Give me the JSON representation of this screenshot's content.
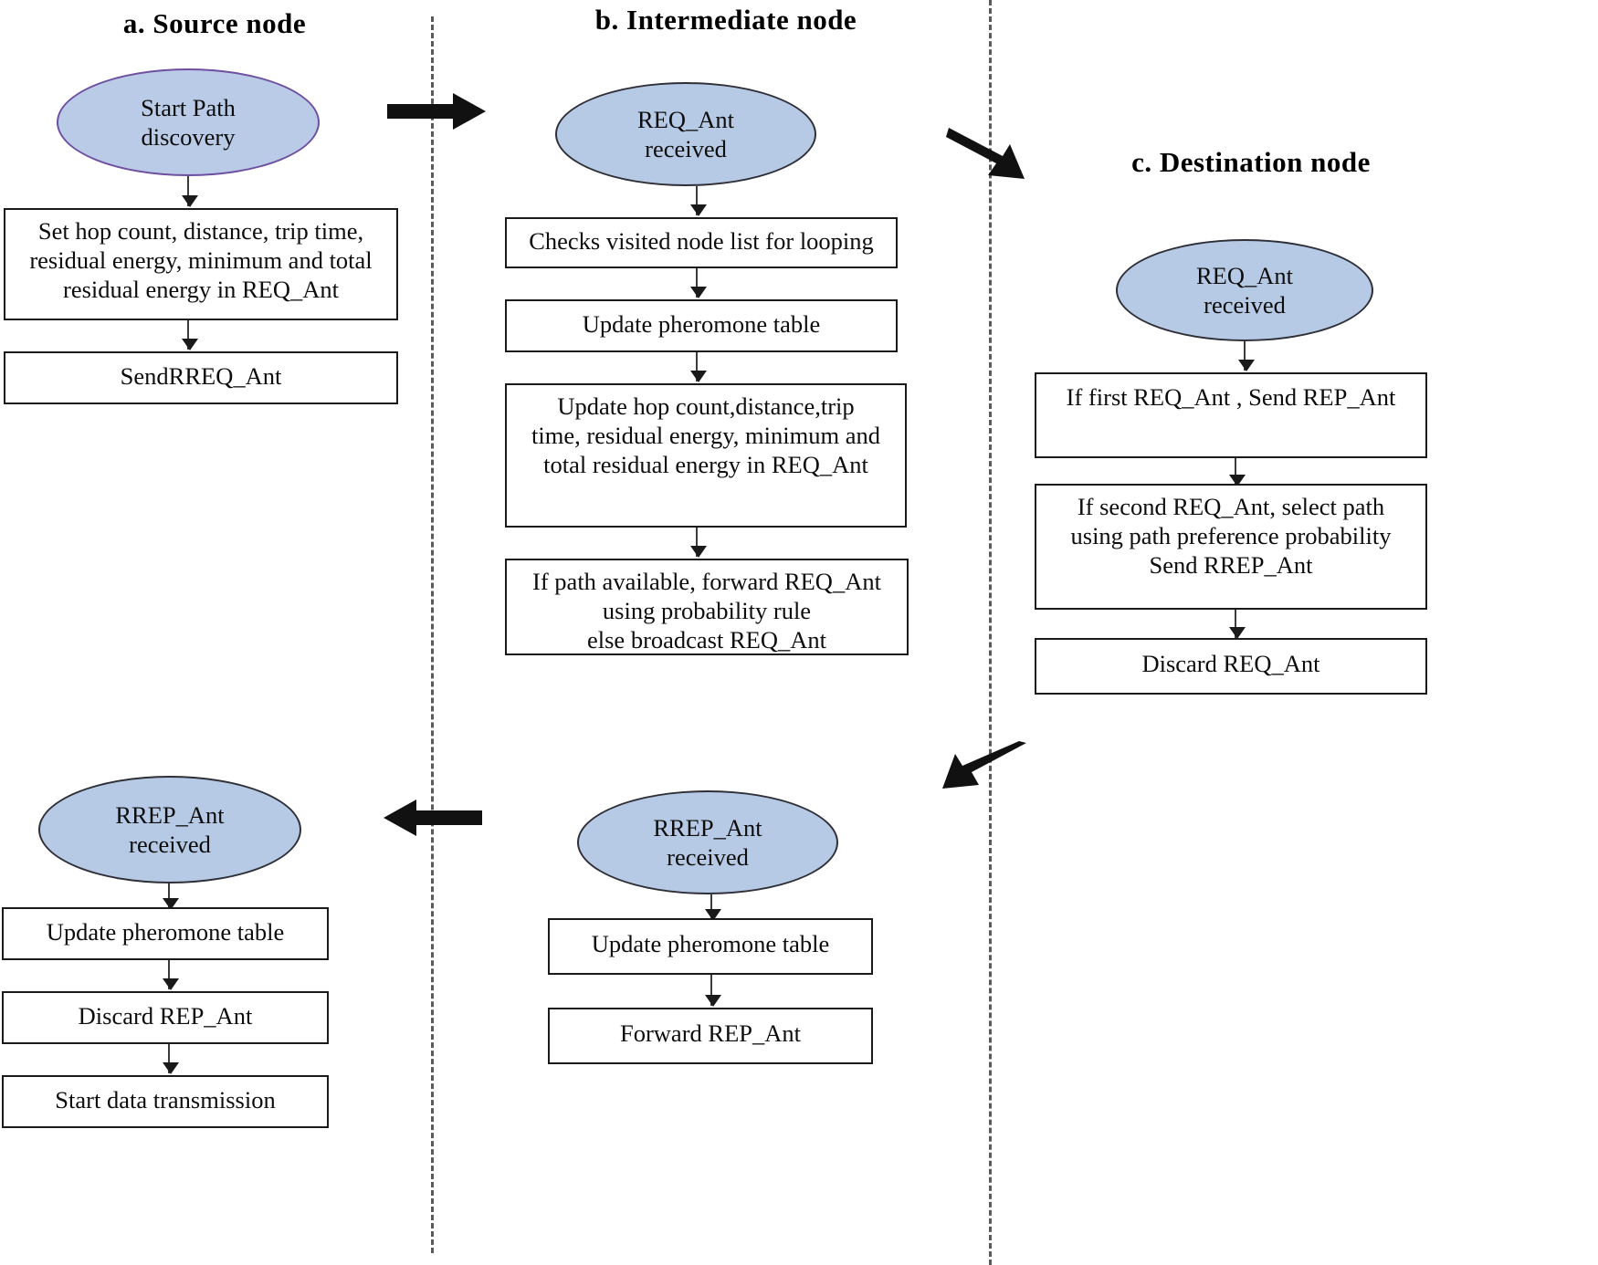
{
  "figure": {
    "type": "flowchart",
    "description": "Ant-colony based routing path discovery flowchart across source, intermediate and destination nodes"
  },
  "columns": [
    {
      "id": "source",
      "title": "a. Source node"
    },
    {
      "id": "intermediate",
      "title": "b. Intermediate node"
    },
    {
      "id": "destination",
      "title": "c. Destination node"
    }
  ],
  "source_node": {
    "start_ellipse": "Start Path\ndiscovery",
    "steps": [
      "Set hop count, distance, trip time,\nresidual energy, minimum and total\nresidual energy in REQ_Ant",
      "SendRREQ_Ant"
    ],
    "reply_ellipse": "RREP_Ant\nreceived",
    "reply_steps": [
      "Update pheromone table",
      "Discard REP_Ant",
      "Start data transmission"
    ]
  },
  "intermediate_node": {
    "request_ellipse": "REQ_Ant\nreceived",
    "request_steps": [
      "Checks visited node list for looping",
      "Update pheromone table",
      "Update hop count,distance,trip\ntime, residual energy, minimum and\ntotal residual energy in REQ_Ant",
      "If path available, forward REQ_Ant\nusing probability rule\nelse broadcast REQ_Ant"
    ],
    "reply_ellipse": "RREP_Ant\nreceived",
    "reply_steps": [
      "Update pheromone table",
      "Forward REP_Ant"
    ]
  },
  "destination_node": {
    "request_ellipse": "REQ_Ant\nreceived",
    "steps": [
      "If first REQ_Ant , Send REP_Ant",
      "If second REQ_Ant, select path\nusing path preference probability\nSend RREP_Ant",
      "Discard REQ_Ant"
    ]
  },
  "flow_arrows": [
    {
      "name": "source-to-intermediate",
      "direction": "right"
    },
    {
      "name": "intermediate-to-destination",
      "direction": "down-right"
    },
    {
      "name": "destination-to-intermediate",
      "direction": "down-left"
    },
    {
      "name": "intermediate-to-source",
      "direction": "left"
    }
  ],
  "colors": {
    "ellipse_fill": "#b7cae5",
    "ellipse_stroke": "#2f2f38",
    "start_ellipse_stroke": "#6f4fa0",
    "box_stroke": "#1a1a1a",
    "divider": "#5a5a5a",
    "arrow": "#1a1a1a",
    "background": "#ffffff"
  }
}
